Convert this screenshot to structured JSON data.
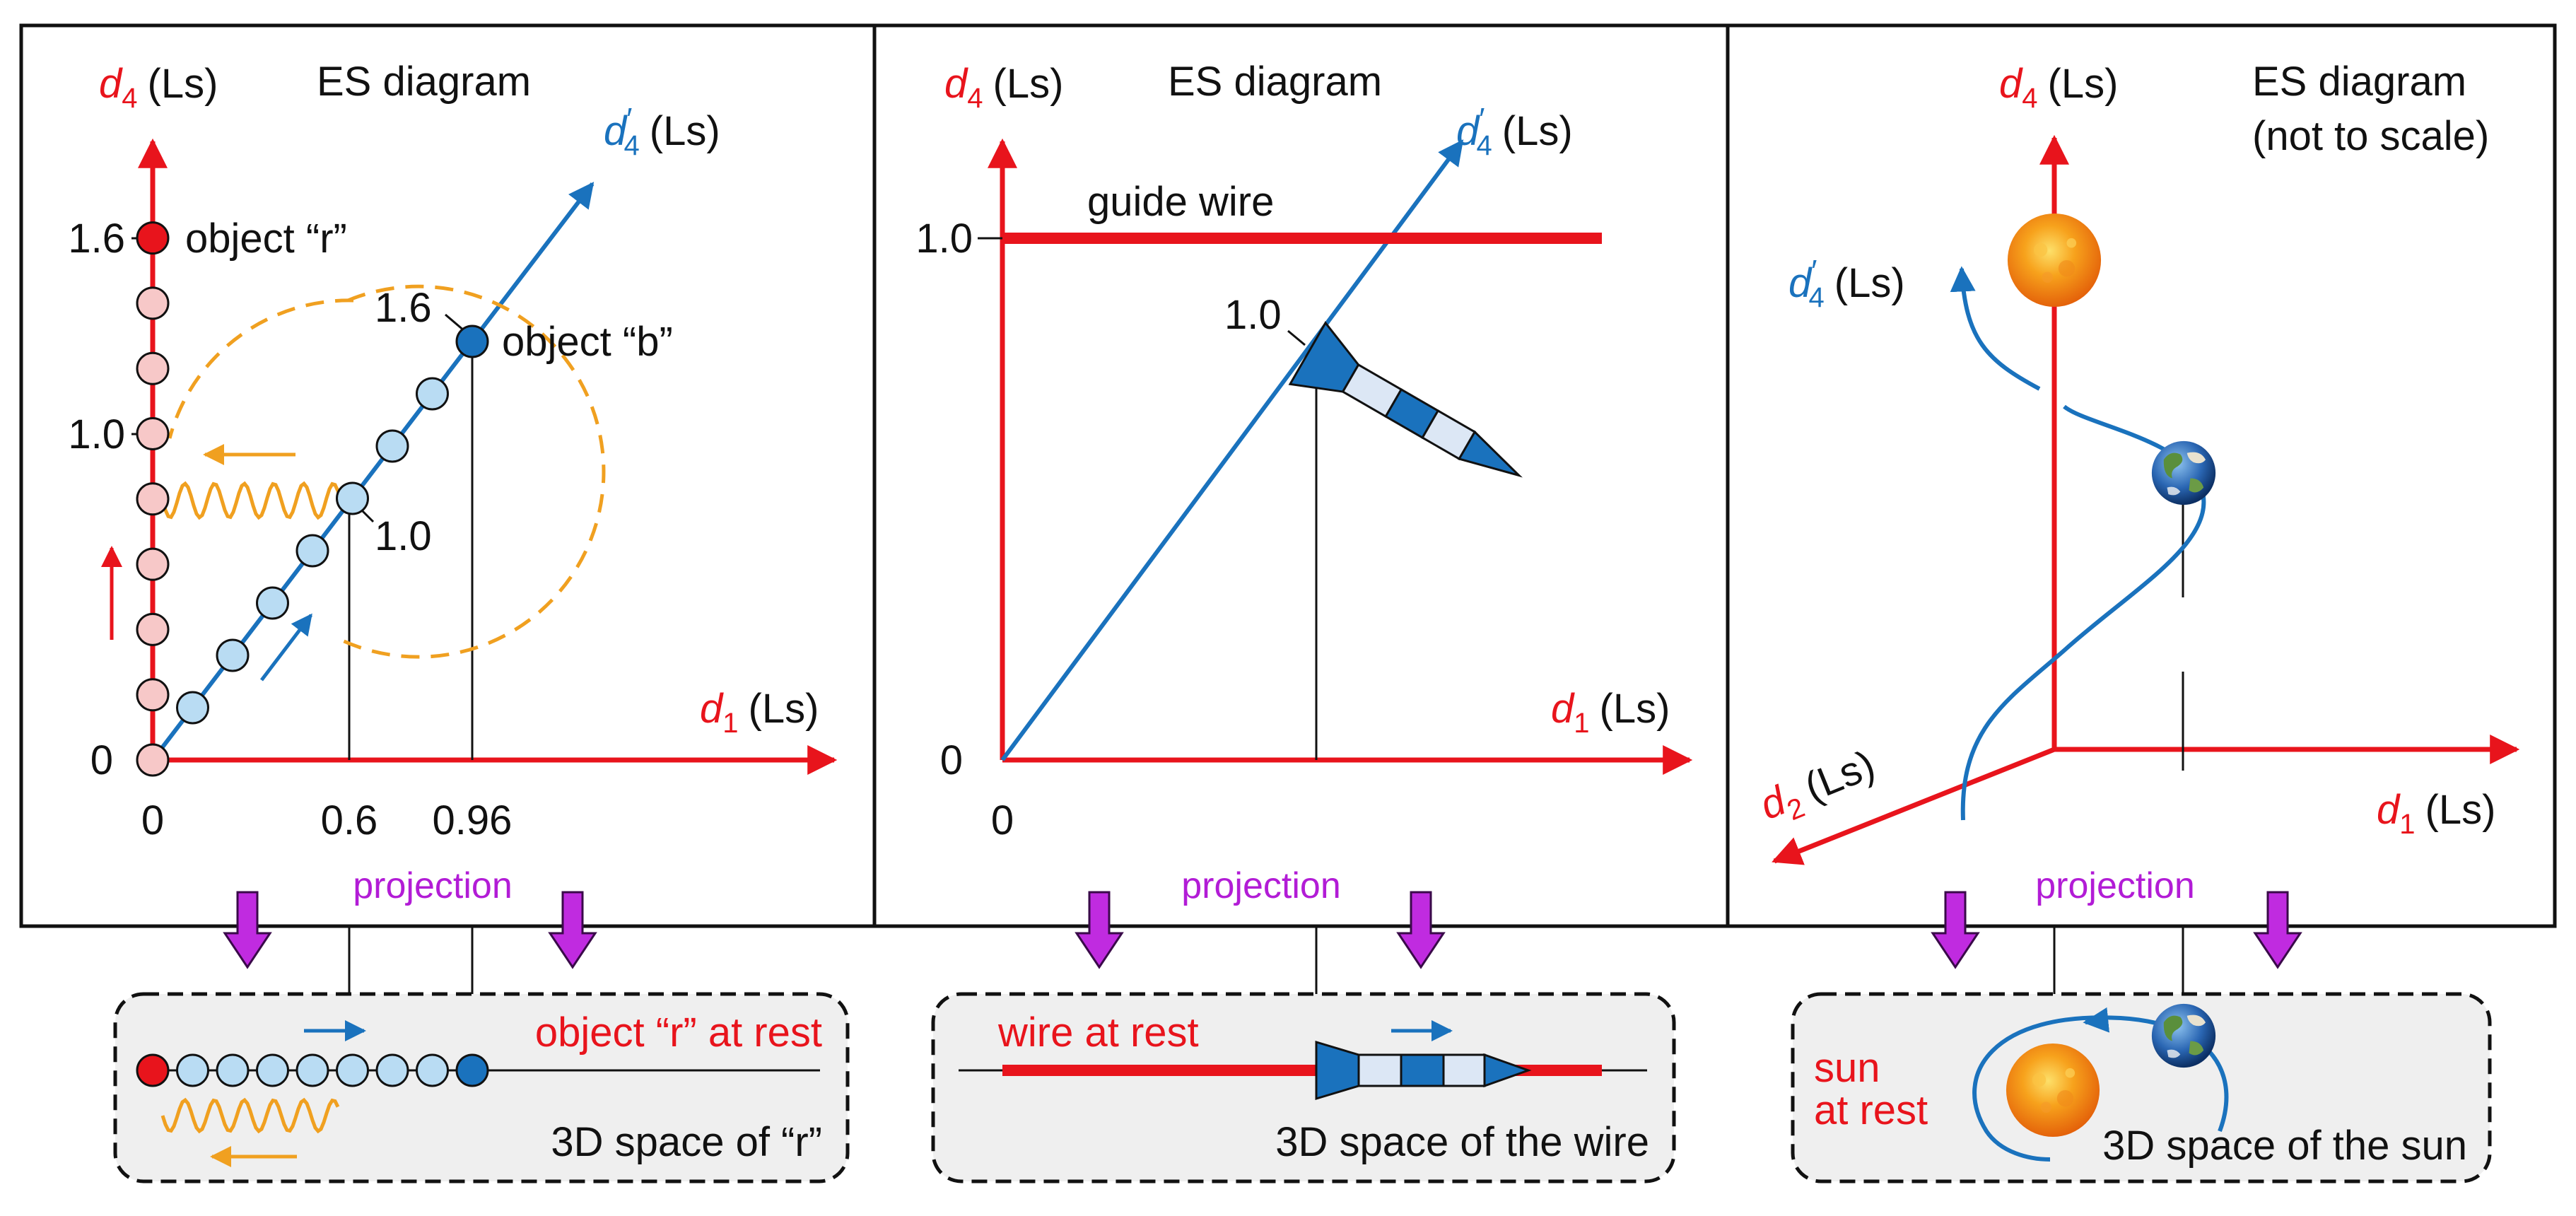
{
  "panels": {
    "p1": {
      "title": "ES diagram",
      "y_axis": {
        "var": "d",
        "sub": "4",
        "unit": "(Ls)"
      },
      "x_axis": {
        "var": "d",
        "sub": "1",
        "unit": "(Ls)"
      },
      "y_axis_prime": {
        "var": "d",
        "sub": "4",
        "unit": "(Ls)"
      },
      "tick_y_1_6": "1.6",
      "tick_y_1_0": "1.0",
      "tick_y_0": "0",
      "tick_x_0": "0",
      "tick_x_0_6": "0.6",
      "tick_x_0_96": "0.96",
      "label_object_r": "object “r”",
      "label_object_b": "object “b”",
      "label_b_1_6": "1.6",
      "label_b_1_0": "1.0",
      "colors": {
        "red": "#e8141c",
        "blue": "#1a72bd",
        "orange": "#f0a020",
        "light_red": "#f7c8c8",
        "light_blue": "#b9dcf3"
      }
    },
    "p2": {
      "title": "ES diagram",
      "y_axis": {
        "var": "d",
        "sub": "4",
        "unit": "(Ls)"
      },
      "x_axis": {
        "var": "d",
        "sub": "1",
        "unit": "(Ls)"
      },
      "y_axis_prime": {
        "var": "d",
        "sub": "4",
        "unit": "(Ls)"
      },
      "label_guide_wire": "guide wire",
      "tick_y_1_0": "1.0",
      "tick_y_0": "0",
      "tick_x_0": "0",
      "label_rocket_1_0": "1.0"
    },
    "p3": {
      "title_line1": "ES diagram",
      "title_line2": "(not to scale)",
      "y_axis": {
        "var": "d",
        "sub": "4",
        "unit": "(Ls)"
      },
      "x_axis": {
        "var": "d",
        "sub": "1",
        "unit": "(Ls)"
      },
      "z_axis": {
        "var": "d",
        "sub": "2",
        "unit": "(Ls)"
      },
      "y_axis_prime": {
        "var": "d",
        "sub": "4",
        "unit": "(Ls)"
      },
      "sun_icon": "sun-icon",
      "earth_icon": "earth-icon"
    }
  },
  "projection_label": "projection",
  "bottom": {
    "b1": {
      "label_top": "object “r” at rest",
      "label_bottom": "3D space of “r”"
    },
    "b2": {
      "label_top": "wire at rest",
      "label_bottom": "3D space of the wire"
    },
    "b3": {
      "label_top_line1": "sun",
      "label_top_line2": "at rest",
      "label_bottom": "3D space of the sun"
    }
  }
}
